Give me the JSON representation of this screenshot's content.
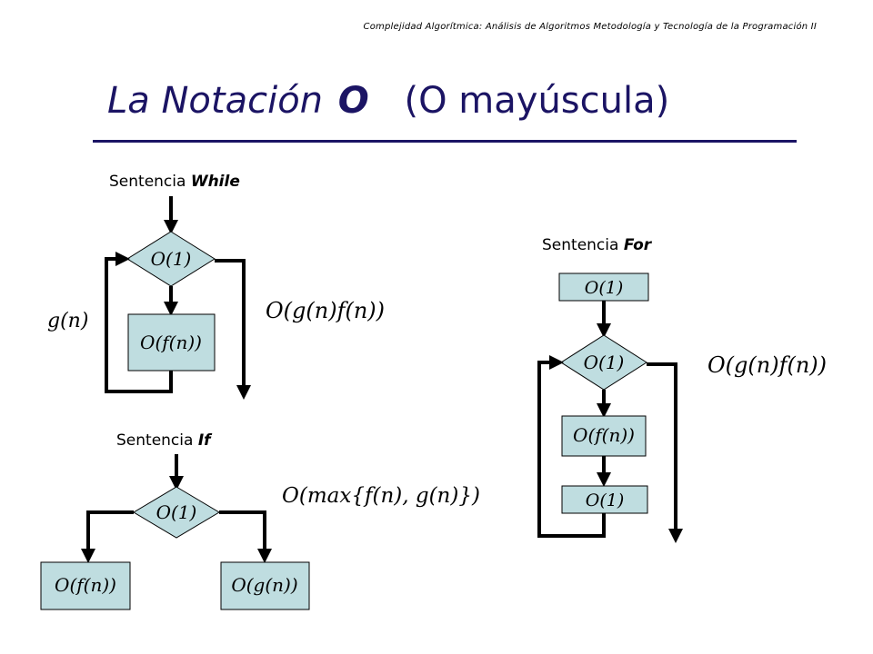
{
  "header": "Complejidad Algorítmica: Análisis de Algoritmos  Metodología y Tecnología de la Programación II",
  "title": {
    "main": "La Notación",
    "o_letter": "O",
    "sub": "(O mayúscula)"
  },
  "colors": {
    "title": "#1b1464",
    "box_fill": "#bfdde0",
    "stroke": "#000000"
  },
  "while_section": {
    "label_prefix": "Sentencia ",
    "label_keyword": "While",
    "condition": "O(1)",
    "body": "O(f(n))",
    "loop_label": "g(n)",
    "result": "O(g(n)f(n))"
  },
  "if_section": {
    "label_prefix": "Sentencia ",
    "label_keyword": "If",
    "condition": "O(1)",
    "left_branch": "O(f(n))",
    "right_branch": "O(g(n))",
    "result": "O(max{f(n), g(n)})"
  },
  "for_section": {
    "label_prefix": "Sentencia ",
    "label_keyword": "For",
    "init": "O(1)",
    "condition": "O(1)",
    "body": "O(f(n))",
    "increment": "O(1)",
    "result": "O(g(n)f(n))"
  }
}
